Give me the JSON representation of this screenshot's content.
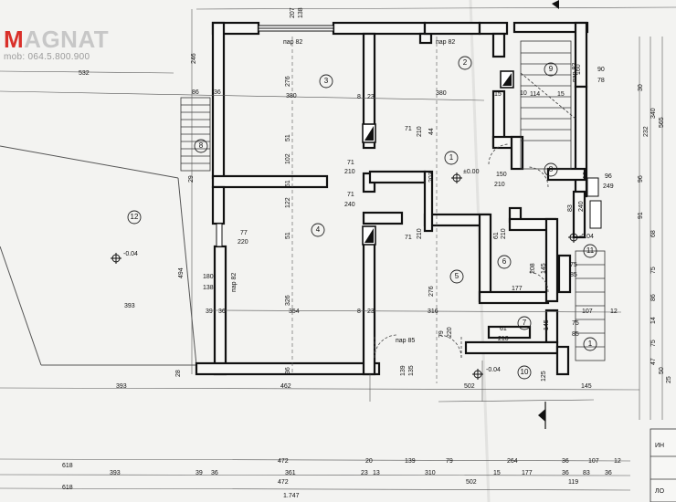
{
  "brand": {
    "logo_first": "M",
    "logo_rest": "AGNAT",
    "phone": "mob: 064.5.800.900",
    "accent_color": "#d9302a"
  },
  "rooms": {
    "r1": "1",
    "r2": "2",
    "r3": "3",
    "r4": "4",
    "r5": "5",
    "r6": "6",
    "r7": "7",
    "r8": "8",
    "r9": "9",
    "r10": "10",
    "r11": "11",
    "r12": "12",
    "r_b8": "8",
    "r_b1": "1"
  },
  "levels": {
    "l12": "-0.04",
    "l1": "±0.00",
    "l10": "-0.04",
    "l11": "-0.04"
  },
  "labels": {
    "par82_top": "пар 82",
    "par82_top_r": "пар 82",
    "par82_side": "пар 82",
    "par85": "пар 85",
    "par82_right": "пар 82",
    "inv": "ИН",
    "lo": "ЛО"
  },
  "dims": {
    "d207": "207",
    "d138": "138",
    "d532": "532",
    "d246": "246",
    "d86": "86",
    "d36a": "36",
    "d380a": "380",
    "d8a": "8",
    "d23a": "23",
    "d380b": "380",
    "d276a": "276",
    "d51a": "51",
    "d102": "102",
    "d51b": "51",
    "d122": "122",
    "d51c": "51",
    "d326": "326",
    "d36b": "36",
    "d276b": "276",
    "d203": "203",
    "d44": "44",
    "d210a": "210",
    "d71a": "71",
    "d71b": "71",
    "d210b": "210",
    "d71c": "71",
    "d240a": "240",
    "d77": "77",
    "d220a": "220",
    "d180": "180",
    "d138b": "138",
    "d393a": "393",
    "d39": "39",
    "d36c": "36",
    "d354": "354",
    "d8b": "8",
    "d23b": "23",
    "d316": "316",
    "d494": "494",
    "d28": "28",
    "d29": "29",
    "d71d": "71",
    "d210c": "210",
    "d61a": "61",
    "d210d": "210",
    "d208": "208",
    "d177": "177",
    "d145a": "145",
    "d75a": "75",
    "d85a": "85",
    "d107": "107",
    "d12a": "12",
    "d61b": "61",
    "d210e": "210",
    "d145b": "145",
    "d75b": "75",
    "d85b": "85",
    "d79": "79",
    "d220b": "220",
    "d139": "139",
    "d135": "135",
    "d125": "125",
    "d145c": "145",
    "d150": "150",
    "d210f": "210",
    "d96": "96",
    "d249": "249",
    "d83": "83",
    "d240b": "240",
    "d16": "16",
    "d90": "90",
    "d78": "78",
    "d15": "15",
    "d10": "10",
    "d114": "114",
    "d15b": "15",
    "d160": "160",
    "d393b": "393",
    "d462": "462",
    "d502a": "502",
    "d618a": "618",
    "d472a": "472",
    "d20": "20",
    "d139b": "139",
    "d79b": "79",
    "d264": "264",
    "d36d": "36",
    "d107b": "107",
    "d12b": "12",
    "d393c": "393",
    "d39b": "39",
    "d36e": "36",
    "d361": "361",
    "d23c": "23",
    "d13": "13",
    "d310": "310",
    "d15c": "15",
    "d177b": "177",
    "d36f": "36",
    "d83b": "83",
    "d36g": "36",
    "d618b": "618",
    "d472b": "472",
    "d502b": "502",
    "d119": "119",
    "d1747": "1.747",
    "d232": "232",
    "d340": "340",
    "d565": "565",
    "d96b": "96",
    "d91": "91",
    "d68": "68",
    "d75c": "75",
    "d86b": "86",
    "d14": "14",
    "d75d": "75",
    "d47": "47",
    "d50": "50",
    "d25": "25",
    "d30": "30"
  }
}
